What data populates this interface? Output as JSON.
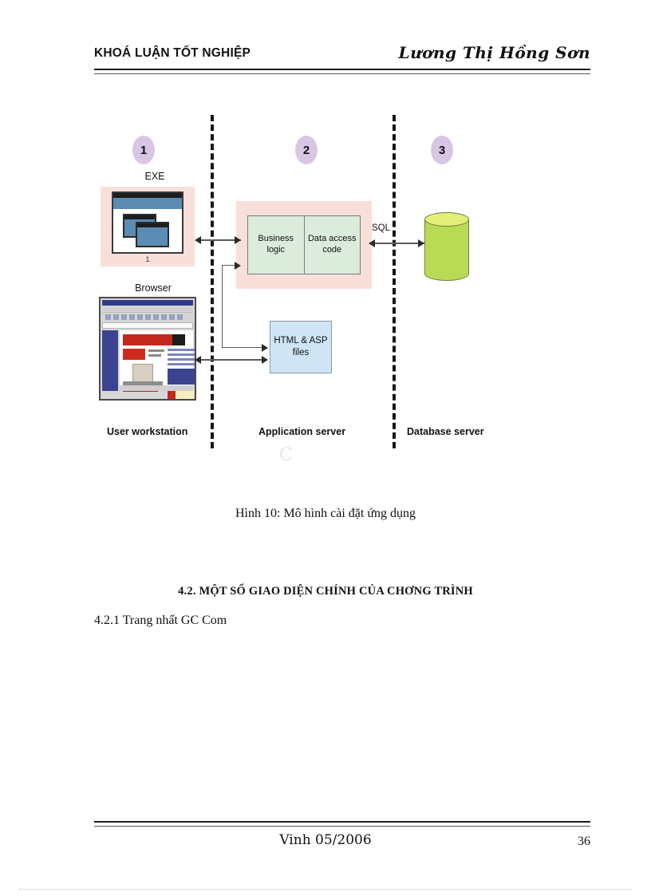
{
  "header": {
    "left_title": "KHOÁ LUẬN TỐT NGHIỆP",
    "author": "Lương  Thị Hồng Sơn"
  },
  "figure": {
    "markers": [
      {
        "label": "1"
      },
      {
        "label": "2"
      },
      {
        "label": "3"
      }
    ],
    "exe": {
      "label": "EXE",
      "window_caption": "1"
    },
    "browser": {
      "label": "Browser"
    },
    "middle": {
      "business_logic": "Business logic",
      "data_access_code": "Data access code"
    },
    "asp": {
      "label": "HTML & ASP files"
    },
    "sql_label": "SQL",
    "tiers": [
      {
        "label": "User workstation"
      },
      {
        "label": "Application server"
      },
      {
        "label": "Database server"
      }
    ],
    "ghost_artifact": "C"
  },
  "caption": "Hình 10: Mô hình cài đặt ứng dụng",
  "sections": {
    "heading_number": "4.2.",
    "heading_title": "MỘT SỐ GIAO DIỆN CHÍNH CỦA CHƠNG   TRÌNH",
    "heading_full": "4.2. MỘT SỐ GIAO DIỆN CHÍNH CỦA CHƠNG   TRÌNH",
    "subheading": "4.2.1 Trang nhất GC Com"
  },
  "footer": {
    "center": "Vinh 05/2006",
    "page_number": "36"
  },
  "colors": {
    "pink_panel": "#f9dfda",
    "mint_box": "#dcecdc",
    "blue_box": "#cfe4f5",
    "lavender_marker": "#d9c6e4",
    "db_green": "#b9da55",
    "db_top": "#e4ef79",
    "window_blue": "#5a8cb4",
    "rule_dark": "#1c1c1c"
  }
}
